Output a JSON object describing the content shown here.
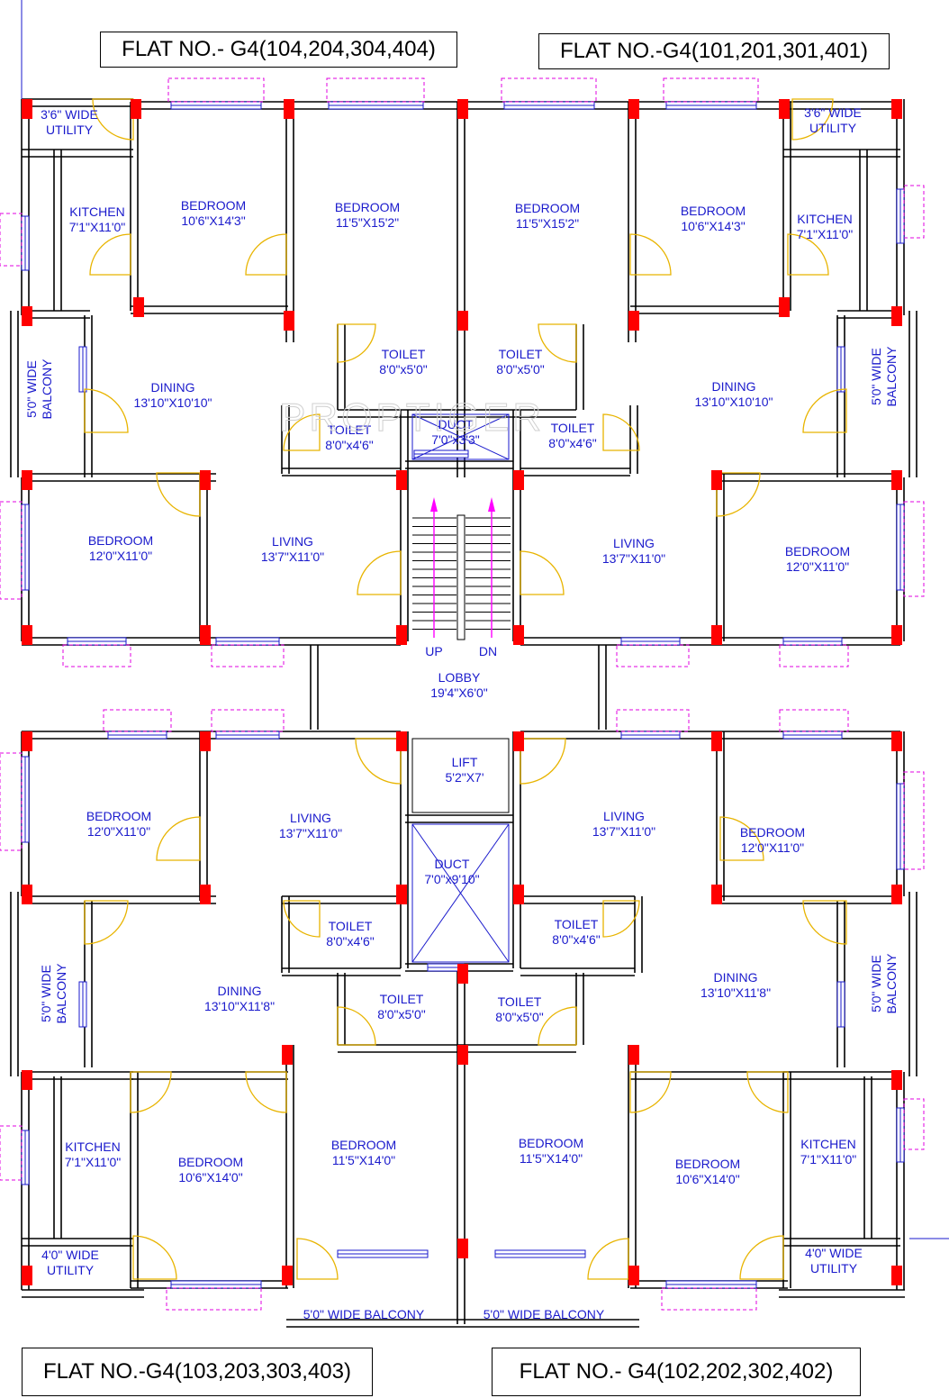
{
  "flat_labels": {
    "top_left": "FLAT NO.- G4(104,204,304,404)",
    "top_right": "FLAT NO.-G4(101,201,301,401)",
    "bottom_left": "FLAT NO.-G4(103,203,303,403)",
    "bottom_right": "FLAT NO.- G4(102,202,302,402)"
  },
  "watermark": "PROPTIGER",
  "colors": {
    "wall": "#000000",
    "column": "#ff0000",
    "door": "#e8b400",
    "window": "#1a1acc",
    "text": "#1a1acc",
    "projection": "#e000e0",
    "stair_arrow": "#ff00ff"
  },
  "rooms": [
    {
      "id": "tl-utility",
      "name": "3'6\" WIDE",
      "dim": "UTILITY"
    },
    {
      "id": "tl-kitchen",
      "name": "KITCHEN",
      "dim": "7'1\"X11'0\""
    },
    {
      "id": "tl-bed1",
      "name": "BEDROOM",
      "dim": "10'6\"X14'3\""
    },
    {
      "id": "tl-bed2",
      "name": "BEDROOM",
      "dim": "11'5\"X15'2\""
    },
    {
      "id": "tl-balcony",
      "name": "5'0\" WIDE",
      "dim": "BALCONY"
    },
    {
      "id": "tl-dining",
      "name": "DINING",
      "dim": "13'10\"X10'10\""
    },
    {
      "id": "tl-toilet1",
      "name": "TOILET",
      "dim": "8'0\"x5'0\""
    },
    {
      "id": "tl-toilet2",
      "name": "TOILET",
      "dim": "8'0\"x4'6\""
    },
    {
      "id": "tl-bed3",
      "name": "BEDROOM",
      "dim": "12'0\"X11'0\""
    },
    {
      "id": "tl-living",
      "name": "LIVING",
      "dim": "13'7\"X11'0\""
    },
    {
      "id": "tr-utility",
      "name": "3'6\" WIDE",
      "dim": "UTILITY"
    },
    {
      "id": "tr-kitchen",
      "name": "KITCHEN",
      "dim": "7'1\"X11'0\""
    },
    {
      "id": "tr-bed1",
      "name": "BEDROOM",
      "dim": "10'6\"X14'3\""
    },
    {
      "id": "tr-bed2",
      "name": "BEDROOM",
      "dim": "11'5\"X15'2\""
    },
    {
      "id": "tr-balcony",
      "name": "5'0\" WIDE",
      "dim": "BALCONY"
    },
    {
      "id": "tr-dining",
      "name": "DINING",
      "dim": "13'10\"X10'10\""
    },
    {
      "id": "tr-toilet1",
      "name": "TOILET",
      "dim": "8'0\"x5'0\""
    },
    {
      "id": "tr-toilet2",
      "name": "TOILET",
      "dim": "8'0\"x4'6\""
    },
    {
      "id": "tr-bed3",
      "name": "BEDROOM",
      "dim": "12'0\"X11'0\""
    },
    {
      "id": "tr-living",
      "name": "LIVING",
      "dim": "13'7\"X11'0\""
    },
    {
      "id": "duct-top",
      "name": "DUCT",
      "dim": "7'0\"x3'3\""
    },
    {
      "id": "lobby",
      "name": "LOBBY",
      "dim": "19'4\"X6'0\""
    },
    {
      "id": "lift",
      "name": "LIFT",
      "dim": "5'2\"X7'"
    },
    {
      "id": "duct-mid",
      "name": "DUCT",
      "dim": "7'0\"x9'10\""
    },
    {
      "id": "bl-bed3",
      "name": "BEDROOM",
      "dim": "12'0\"X11'0\""
    },
    {
      "id": "bl-living",
      "name": "LIVING",
      "dim": "13'7\"X11'0\""
    },
    {
      "id": "bl-balcony",
      "name": "5'0\" WIDE",
      "dim": "BALCONY"
    },
    {
      "id": "bl-dining",
      "name": "DINING",
      "dim": "13'10\"X11'8\""
    },
    {
      "id": "bl-toilet2",
      "name": "TOILET",
      "dim": "8'0\"x4'6\""
    },
    {
      "id": "bl-toilet1",
      "name": "TOILET",
      "dim": "8'0\"x5'0\""
    },
    {
      "id": "bl-kitchen",
      "name": "KITCHEN",
      "dim": "7'1\"X11'0\""
    },
    {
      "id": "bl-bed1",
      "name": "BEDROOM",
      "dim": "10'6\"X14'0\""
    },
    {
      "id": "bl-bed2",
      "name": "BEDROOM",
      "dim": "11'5\"X14'0\""
    },
    {
      "id": "bl-utility",
      "name": "4'0\" WIDE",
      "dim": "UTILITY"
    },
    {
      "id": "br-bed3",
      "name": "BEDROOM",
      "dim": "12'0\"X11'0\""
    },
    {
      "id": "br-living",
      "name": "LIVING",
      "dim": "13'7\"X11'0\""
    },
    {
      "id": "br-balcony",
      "name": "5'0\" WIDE",
      "dim": "BALCONY"
    },
    {
      "id": "br-dining",
      "name": "DINING",
      "dim": "13'10\"X11'8\""
    },
    {
      "id": "br-toilet2",
      "name": "TOILET",
      "dim": "8'0\"x4'6\""
    },
    {
      "id": "br-toilet1",
      "name": "TOILET",
      "dim": "8'0\"x5'0\""
    },
    {
      "id": "br-kitchen",
      "name": "KITCHEN",
      "dim": "7'1\"X11'0\""
    },
    {
      "id": "br-bed1",
      "name": "BEDROOM",
      "dim": "10'6\"X14'0\""
    },
    {
      "id": "br-bed2",
      "name": "BEDROOM",
      "dim": "11'5\"X14'0\""
    },
    {
      "id": "br-utility",
      "name": "4'0\" WIDE",
      "dim": "UTILITY"
    }
  ],
  "single_labels": [
    {
      "id": "stair-up",
      "text": "UP"
    },
    {
      "id": "stair-dn",
      "text": "DN"
    },
    {
      "id": "bal-bottom-left",
      "text": "5'0\" WIDE BALCONY"
    },
    {
      "id": "bal-bottom-right",
      "text": "5'0\" WIDE BALCONY"
    }
  ]
}
